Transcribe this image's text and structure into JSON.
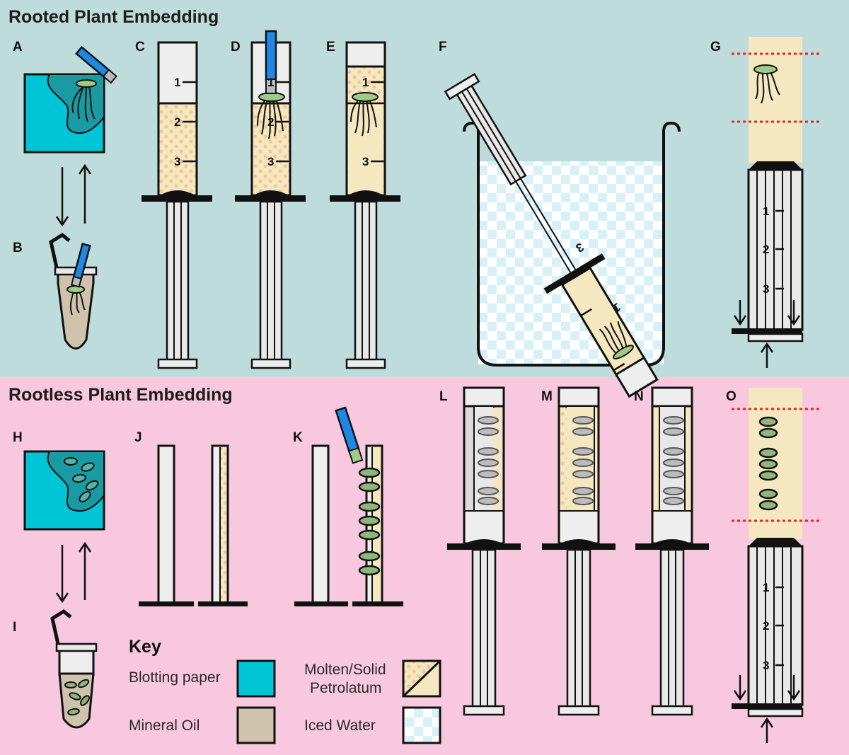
{
  "sections": {
    "rooted_title": "Rooted Plant Embedding",
    "rootless_title": "Rootless Plant Embedding"
  },
  "panels": {
    "A": "A",
    "B": "B",
    "C": "C",
    "D": "D",
    "E": "E",
    "F": "F",
    "G": "G",
    "H": "H",
    "I": "I",
    "J": "J",
    "K": "K",
    "L": "L",
    "M": "M",
    "N": "N",
    "O": "O"
  },
  "graduations": [
    "1",
    "2",
    "3"
  ],
  "key": {
    "heading": "Key",
    "blotting_paper": "Blotting paper",
    "mineral_oil": "Mineral Oil",
    "petrolatum_line1": "Molten/Solid",
    "petrolatum_line2": "Petrolatum",
    "iced_water": "Iced Water"
  },
  "colors": {
    "rooted_bg": "#bddcdb",
    "rootless_bg": "#f8c8de",
    "blotting_paper": "#00c5d6",
    "blotting_dark": "#1a9aa2",
    "mineral_oil": "#cfc3ad",
    "petrolatum": "#f5e8c0",
    "petrolatum_dots": "#f2c69a",
    "iced_water": "#ddf3f8",
    "brush_blue": "#1e88e5",
    "leaf_green": "#9ecb86",
    "outline": "#111111",
    "cut_line": "#e0282b"
  }
}
